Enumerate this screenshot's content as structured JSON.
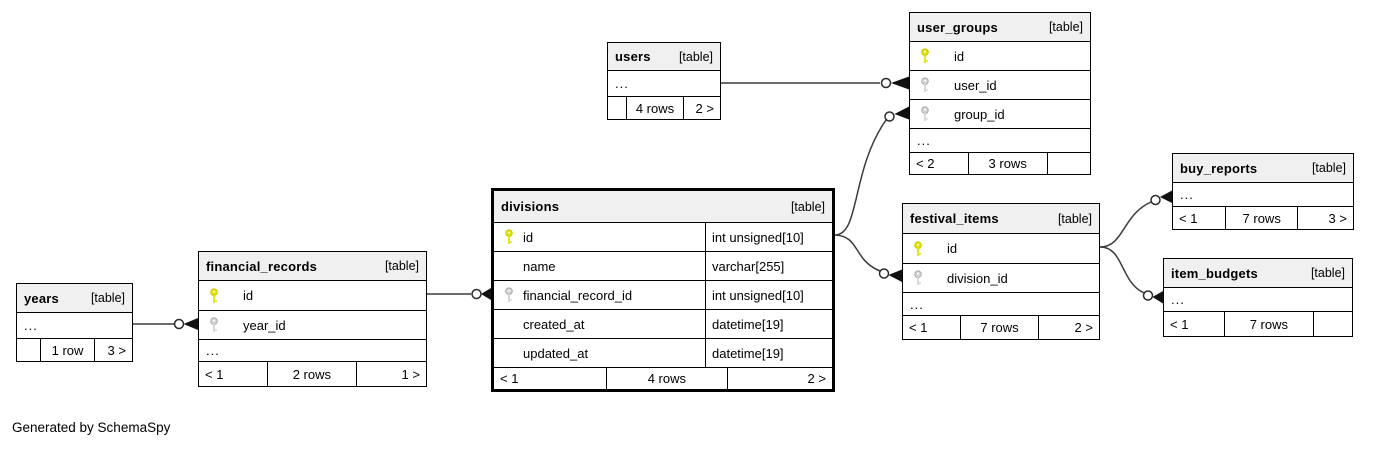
{
  "note": "Generated by SchemaSpy",
  "colors": {
    "header_bg": "#f0f0f0",
    "table_border": "#000000",
    "relation_line": "#3c3c3c",
    "primary_key": "#e3e300",
    "foreign_key": "#d4d4d4"
  },
  "tables": {
    "users": {
      "title": "users",
      "tag": "[table]",
      "ellipsis": "...",
      "footer": [
        "",
        "4 rows",
        "2 >"
      ]
    },
    "user_groups": {
      "title": "user_groups",
      "tag": "[table]",
      "ellipsis": "...",
      "columns": [
        {
          "name": "id",
          "key": "primary"
        },
        {
          "name": "user_id",
          "key": "foreign"
        },
        {
          "name": "group_id",
          "key": "foreign"
        }
      ],
      "footer": [
        "< 2",
        "3 rows",
        ""
      ]
    },
    "buy_reports": {
      "title": "buy_reports",
      "tag": "[table]",
      "ellipsis": "...",
      "footer": [
        "< 1",
        "7 rows",
        "3 >"
      ]
    },
    "festival_items": {
      "title": "festival_items",
      "tag": "[table]",
      "ellipsis": "...",
      "columns": [
        {
          "name": "id",
          "key": "primary"
        },
        {
          "name": "division_id",
          "key": "foreign"
        }
      ],
      "footer": [
        "< 1",
        "7 rows",
        "2 >"
      ]
    },
    "item_budgets": {
      "title": "item_budgets",
      "tag": "[table]",
      "ellipsis": "...",
      "footer": [
        "< 1",
        "7 rows",
        ""
      ]
    },
    "divisions": {
      "title": "divisions",
      "tag": "[table]",
      "columns": [
        {
          "name": "id",
          "key": "primary",
          "type": "int unsigned[10]"
        },
        {
          "name": "name",
          "key": "none",
          "type": "varchar[255]"
        },
        {
          "name": "financial_record_id",
          "key": "foreign",
          "type": "int unsigned[10]"
        },
        {
          "name": "created_at",
          "key": "none",
          "type": "datetime[19]"
        },
        {
          "name": "updated_at",
          "key": "none",
          "type": "datetime[19]"
        }
      ],
      "footer": [
        "< 1",
        "4 rows",
        "2 >"
      ]
    },
    "financial_records": {
      "title": "financial_records",
      "tag": "[table]",
      "ellipsis": "...",
      "columns": [
        {
          "name": "id",
          "key": "primary"
        },
        {
          "name": "year_id",
          "key": "foreign"
        }
      ],
      "footer": [
        "< 1",
        "2 rows",
        "1 >"
      ]
    },
    "years": {
      "title": "years",
      "tag": "[table]",
      "ellipsis": "...",
      "footer": [
        "",
        "1 row",
        "3 >"
      ]
    }
  },
  "relations": [
    {
      "from": "users",
      "to": "user_groups.user_id"
    },
    {
      "from": "divisions.id",
      "to": "user_groups.group_id"
    },
    {
      "from": "divisions.id",
      "to": "festival_items.division_id"
    },
    {
      "from": "financial_records.id",
      "to": "divisions.financial_record_id"
    },
    {
      "from": "years",
      "to": "financial_records.year_id"
    },
    {
      "from": "festival_items.id",
      "to": "buy_reports"
    },
    {
      "from": "festival_items.id",
      "to": "item_budgets"
    }
  ]
}
